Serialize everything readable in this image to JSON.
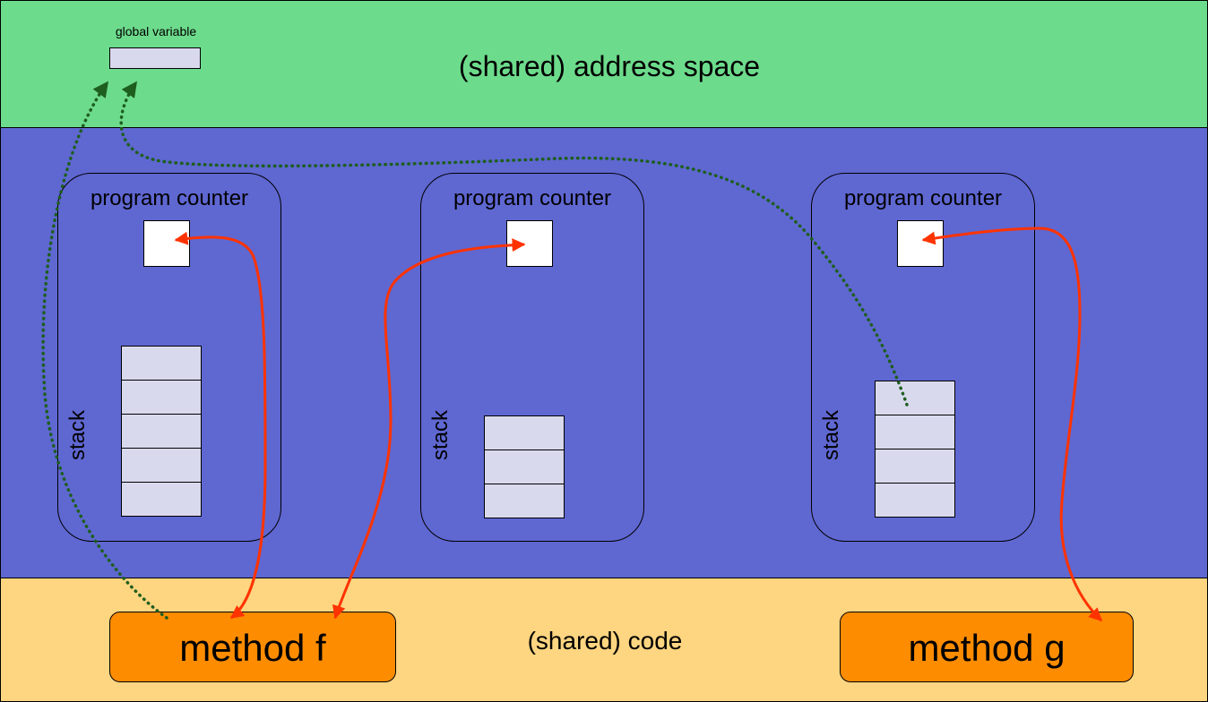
{
  "top": {
    "global_label": "global variable",
    "title": "(shared) address space"
  },
  "threads": [
    {
      "pc_label": "program counter",
      "stack_label": "stack"
    },
    {
      "pc_label": "program counter",
      "stack_label": "stack"
    },
    {
      "pc_label": "program counter",
      "stack_label": "stack"
    }
  ],
  "bottom": {
    "method_f": "method f",
    "code_label": "(shared) code",
    "method_g": "method g"
  },
  "colors": {
    "address_space": "#6ddb8c",
    "threads_area": "#5f67d1",
    "code_area": "#fed580",
    "method": "#fe8c00",
    "control_flow_arrow": "#ff3300",
    "data_access_arrow": "#1e5e1e",
    "stack_cell": "#d9d9ee"
  }
}
